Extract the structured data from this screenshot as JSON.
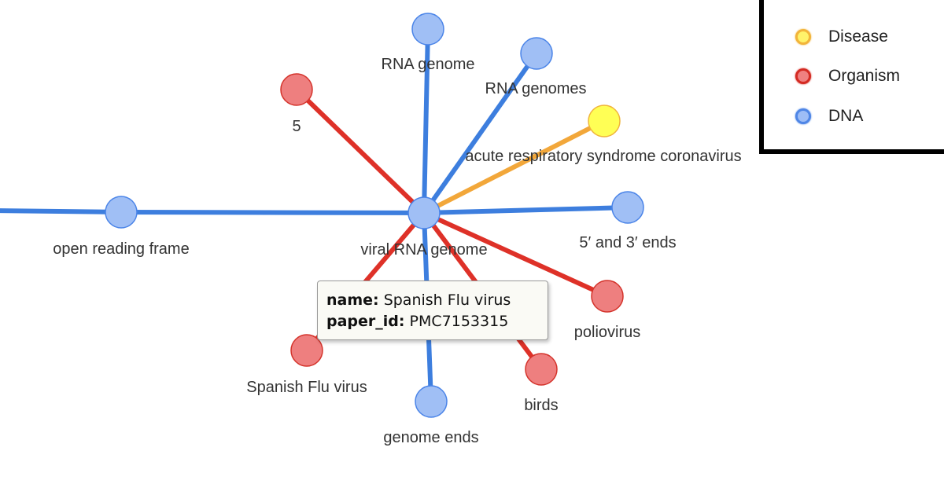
{
  "legend": {
    "items": [
      {
        "label": "Disease",
        "fill": "#fff26b",
        "stroke": "#f2b43a"
      },
      {
        "label": "Organism",
        "fill": "#ef8080",
        "stroke": "#d42b23"
      },
      {
        "label": "DNA",
        "fill": "#9dbdf6",
        "stroke": "#4f86e6"
      }
    ]
  },
  "graph": {
    "edge_colors": {
      "DNA": "#3d7ede",
      "Organism": "#de3128",
      "Disease": "#f2a73a"
    },
    "node_colors": {
      "DNA": {
        "fill": "#a0bff5",
        "stroke": "#4a84e8"
      },
      "Organism": {
        "fill": "#ee7f7f",
        "stroke": "#d4332b"
      },
      "Disease": {
        "fill": "#ffff55",
        "stroke": "#f0b43c"
      }
    },
    "center": {
      "label": "viral RNA genome",
      "type": "DNA"
    },
    "nodes": [
      {
        "id": "orf",
        "label": "open reading frame",
        "type": "DNA"
      },
      {
        "id": "rna1",
        "label": "RNA genome",
        "type": "DNA"
      },
      {
        "id": "rna2",
        "label": "RNA genomes",
        "type": "DNA"
      },
      {
        "id": "five",
        "label": "5",
        "type": "Organism"
      },
      {
        "id": "arsc",
        "label": "acute respiratory syndrome coronavirus",
        "type": "Disease"
      },
      {
        "id": "ends53",
        "label": "5′ and 3′ ends",
        "type": "DNA"
      },
      {
        "id": "polio",
        "label": "poliovirus",
        "type": "Organism"
      },
      {
        "id": "flu",
        "label": "Spanish Flu virus",
        "type": "Organism"
      },
      {
        "id": "gends",
        "label": "genome ends",
        "type": "DNA"
      },
      {
        "id": "birds",
        "label": "birds",
        "type": "Organism"
      }
    ]
  },
  "tooltip": {
    "name_key": "name:",
    "name_value": "Spanish Flu virus",
    "paper_key": "paper_id:",
    "paper_value": "PMC7153315"
  }
}
